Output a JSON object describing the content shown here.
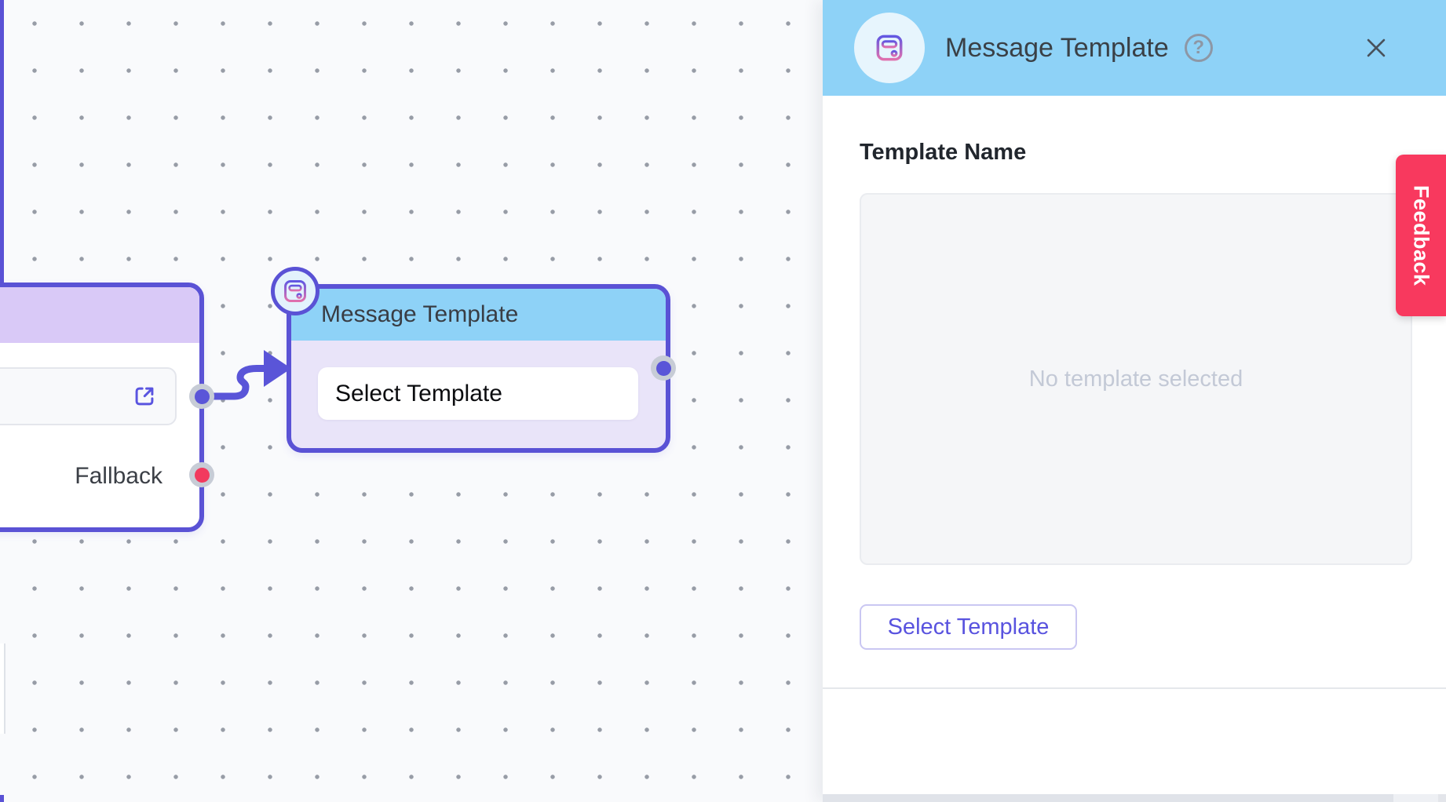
{
  "canvas": {
    "fallback_node": {
      "fallback_label": "Fallback",
      "open_icon": "external-link-icon"
    },
    "template_node": {
      "title": "Message Template",
      "select_template_label": "Select Template",
      "badge_icon": "template-icon"
    },
    "handles": {
      "default_output_color": "#5A55D8",
      "fallback_output_color": "#F23A5E"
    }
  },
  "panel": {
    "title": "Message Template",
    "badge_icon": "template-icon",
    "help_glyph": "?",
    "template_name_label": "Template Name",
    "empty_state_text": "No template selected",
    "select_template_button": "Select Template",
    "feedback_tab_label": "Feedback"
  },
  "colors": {
    "accent_purple": "#5A52D5",
    "edge_purple": "#5A55D8",
    "header_blue": "#8ED2F7",
    "fallback_header_lavender": "#D9C9F7",
    "template_body_lavender": "#E9E4F9",
    "feedback_red": "#F8395E",
    "fallback_handle_red": "#F23A5E"
  }
}
